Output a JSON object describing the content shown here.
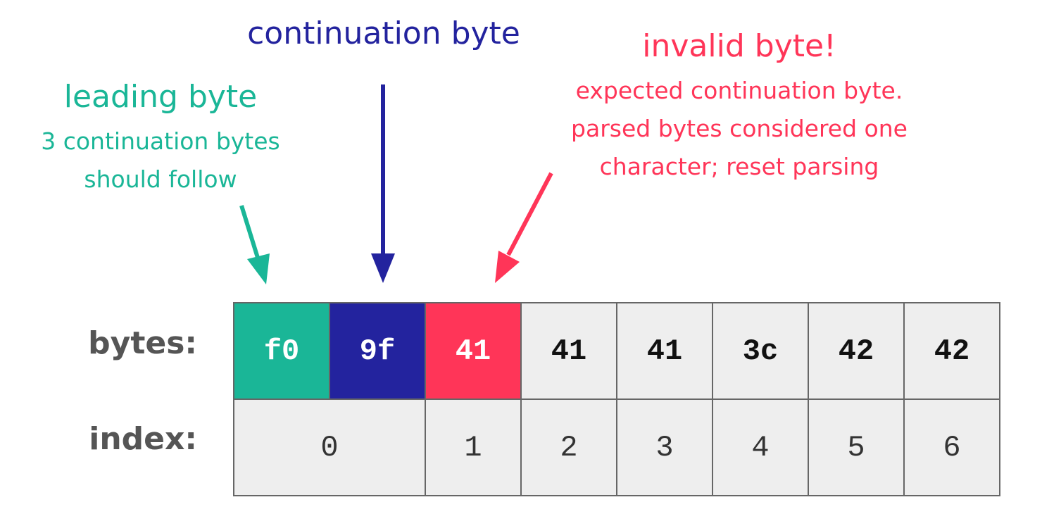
{
  "annotations": {
    "continuation": {
      "title": "continuation byte"
    },
    "leading": {
      "title": "leading byte",
      "subtitle_lines": [
        "3 continuation bytes",
        "should follow"
      ]
    },
    "invalid": {
      "title": "invalid byte!",
      "subtitle_lines": [
        "expected continuation byte.",
        "parsed bytes considered one",
        "character; reset parsing"
      ]
    }
  },
  "table": {
    "bytes_label": "bytes:",
    "index_label": "index:",
    "bytes": [
      {
        "value": "f0",
        "role": "leading"
      },
      {
        "value": "9f",
        "role": "continuation"
      },
      {
        "value": "41",
        "role": "invalid"
      },
      {
        "value": "41",
        "role": "normal"
      },
      {
        "value": "41",
        "role": "normal"
      },
      {
        "value": "3c",
        "role": "normal"
      },
      {
        "value": "42",
        "role": "normal"
      },
      {
        "value": "42",
        "role": "normal"
      }
    ],
    "indices": [
      {
        "value": "0",
        "span": 2
      },
      {
        "value": "1",
        "span": 1
      },
      {
        "value": "2",
        "span": 1
      },
      {
        "value": "3",
        "span": 1
      },
      {
        "value": "4",
        "span": 1
      },
      {
        "value": "5",
        "span": 1
      },
      {
        "value": "6",
        "span": 1
      }
    ]
  },
  "colors": {
    "leading": "#1ab697",
    "continuation": "#23239e",
    "invalid": "#ff3558",
    "cell_bg": "#eeeeee",
    "border": "#666666"
  }
}
